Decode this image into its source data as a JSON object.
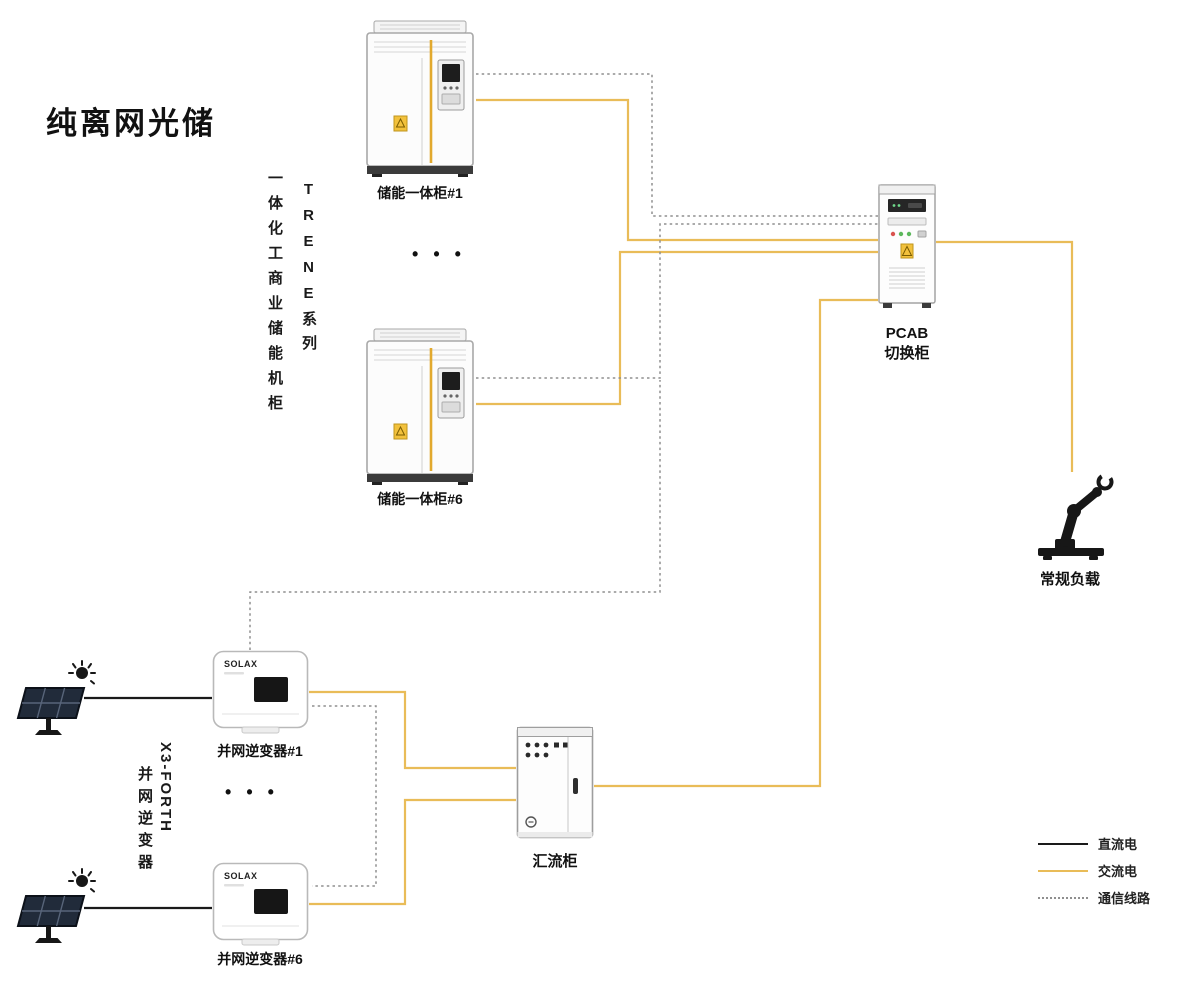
{
  "title": "纯离网光储",
  "storage_group": {
    "name_label": "一体化工商业储能机柜",
    "series_label": "TRENE系列",
    "cabinet1_label": "储能一体柜#1",
    "cabinet6_label": "储能一体柜#6",
    "ellipsis": "• • •"
  },
  "pv_group": {
    "series_model": "X3-FORTH",
    "series_name": "并网逆变器",
    "inverter1_label": "并网逆变器#1",
    "inverter6_label": "并网逆变器#6",
    "brand": "SOLAX",
    "ellipsis": "• • •"
  },
  "pcab": {
    "line1": "PCAB",
    "line2": "切换柜"
  },
  "load": {
    "label": "常规负载"
  },
  "combiner": {
    "label": "汇流柜"
  },
  "legend": {
    "dc": {
      "label": "直流电",
      "color": "#1a1a1a",
      "style": "solid"
    },
    "ac": {
      "label": "交流电",
      "color": "#e9bc58",
      "style": "solid"
    },
    "comm": {
      "label": "通信线路",
      "color": "#8f8f8f",
      "style": "dotted"
    }
  }
}
